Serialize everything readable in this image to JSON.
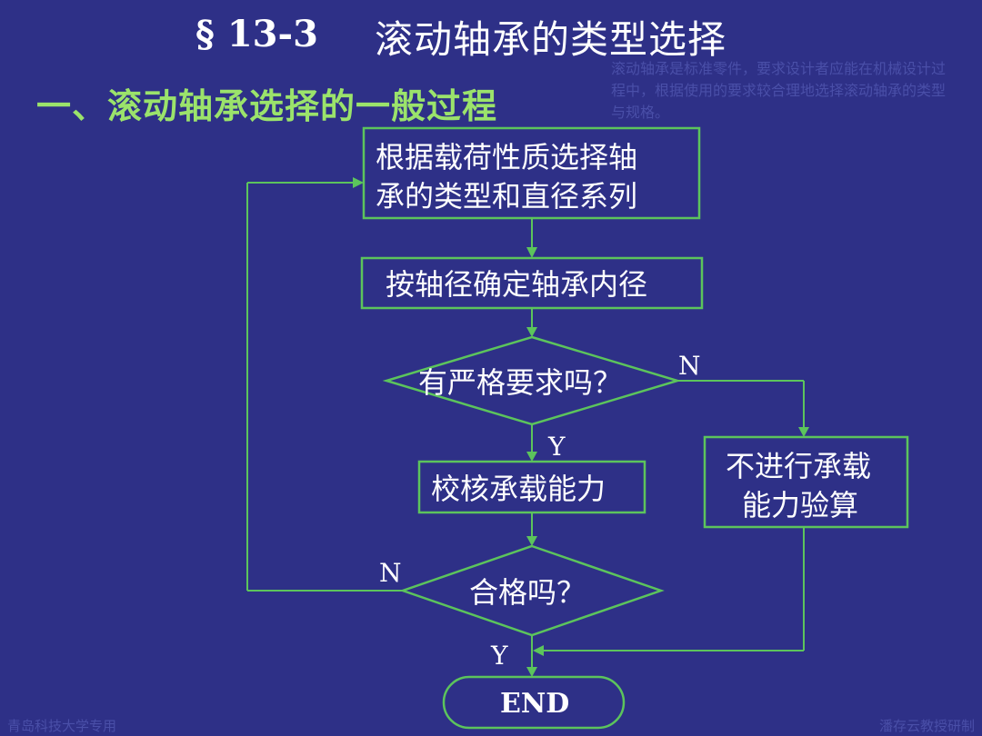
{
  "title": {
    "section": "§ 13-3",
    "main": "滚动轴承的类型选择"
  },
  "subtitle": "一、滚动轴承选择的一般过程",
  "note": "滚动轴承是标准零件，要求设计者应能在机械设计过程中，根据使用的要求较合理地选择滚动轴承的类型与规格。",
  "flowchart": {
    "step1_line1": "根据载荷性质选择轴",
    "step1_line2": "承的类型和直径系列",
    "step2": "按轴径确定轴承内径",
    "decision1": "有严格要求吗？",
    "decision1_no": "N",
    "decision1_yes": "Y",
    "step3": "校核承载能力",
    "alt_line1": "不进行承载",
    "alt_line2": "能力验算",
    "decision2": "合格吗？",
    "decision2_no": "N",
    "decision2_yes": "Y",
    "end": "END"
  },
  "footer": {
    "left": "青岛科技大学专用",
    "right": "潘存云教授研制"
  },
  "colors": {
    "background": "#2e3087",
    "line": "#5cc45c",
    "subtitle": "#9be36b",
    "text": "#ffffff"
  }
}
